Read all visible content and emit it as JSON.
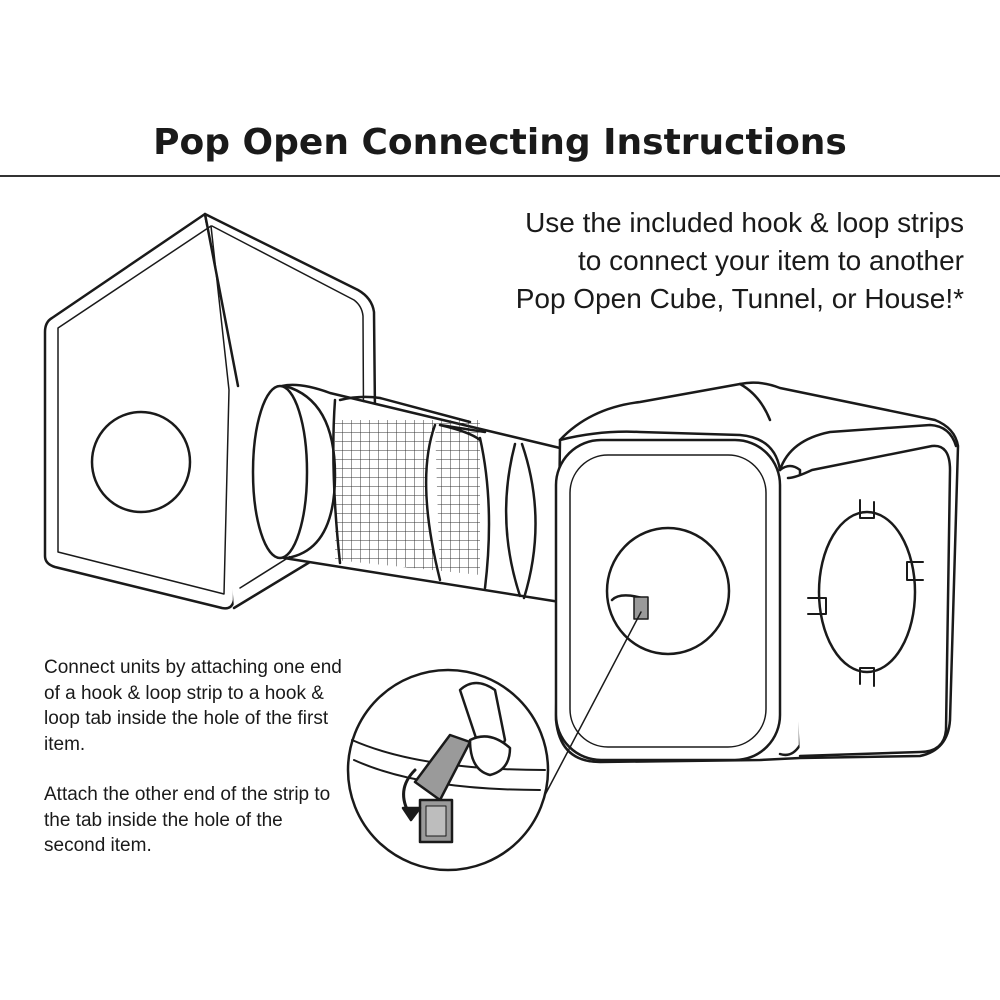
{
  "title": "Pop Open Connecting Instructions",
  "intro": {
    "lines": [
      "Use the included hook & loop strips",
      "to connect your item to another",
      "Pop Open Cube, Tunnel, or House!*"
    ]
  },
  "steps": [
    "Connect units by attaching one end of a hook & loop strip to a hook & loop tab inside the hole of the first item.",
    "Attach the other end of the strip to the tab inside the hole of the second item."
  ],
  "colors": {
    "line": "#1a1a1a",
    "tab": "#9a9a9a"
  }
}
